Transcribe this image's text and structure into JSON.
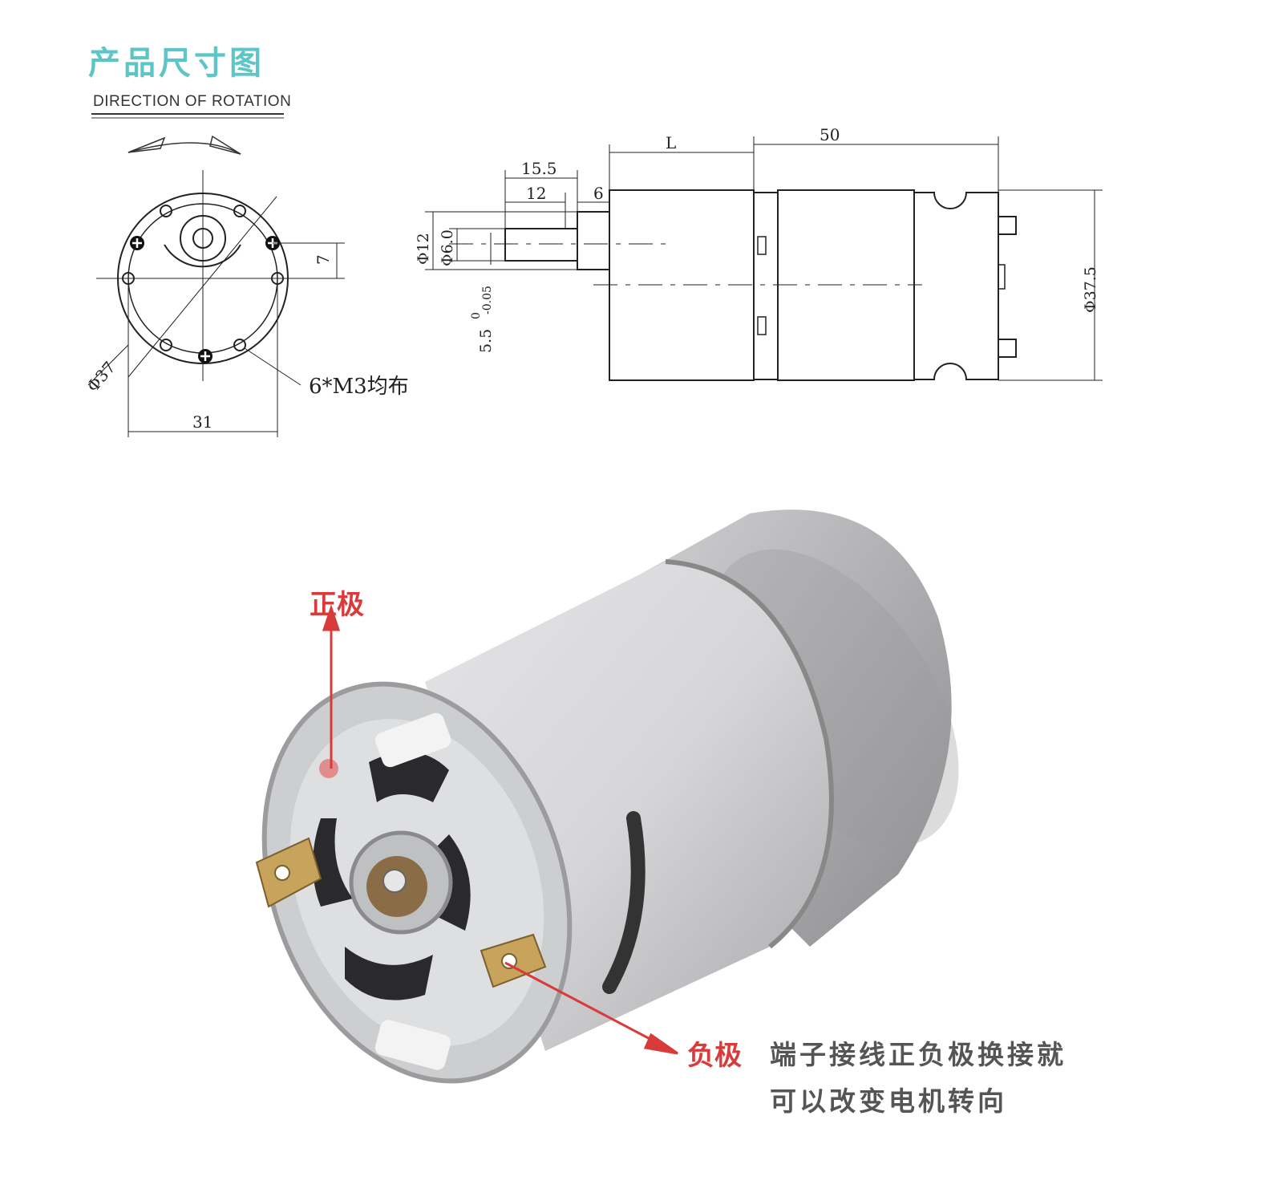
{
  "header": {
    "title": "产品尺寸图",
    "rotation_label": "DIRECTION  OF  ROTATION"
  },
  "front_view": {
    "diameter_label": "Φ37",
    "width_label": "31",
    "offset_label": "7",
    "holes_label": "6*M3均布"
  },
  "side_view": {
    "length_L": "L",
    "length_50": "50",
    "shaft_15_5": "15.5",
    "shaft_12": "12",
    "gap_6": "6",
    "dia_12": "Φ12",
    "dia_6": "Φ6.0",
    "flat": "5.5",
    "flat_tol_upper": "0",
    "flat_tol_lower": "-0.05",
    "dia_37_5": "Φ37.5"
  },
  "photo": {
    "positive_label": "正极",
    "negative_label": "负极",
    "note_line1": "端子接线正负极换接就",
    "note_line2": "可以改变电机转向",
    "label_color": "#d93a3a",
    "title_color": "#5cc6c7"
  }
}
